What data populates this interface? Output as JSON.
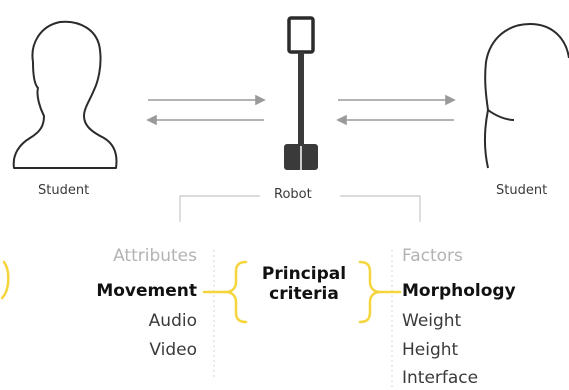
{
  "nodes": {
    "student_left": "Student",
    "robot": "Robot",
    "student_right": "Student"
  },
  "attributes": {
    "title": "Attributes",
    "highlight": "Movement",
    "items": [
      "Audio",
      "Video"
    ]
  },
  "principal": {
    "line1": "Principal",
    "line2": "criteria"
  },
  "factors": {
    "title": "Factors",
    "highlight": "Morphology",
    "items": [
      "Weight",
      "Height",
      "Interface"
    ]
  },
  "colors": {
    "accent": "#f5d43c",
    "outline": "#2b2b2b",
    "connector": "#c8c8c8",
    "robot_body": "#3a3a3a"
  }
}
